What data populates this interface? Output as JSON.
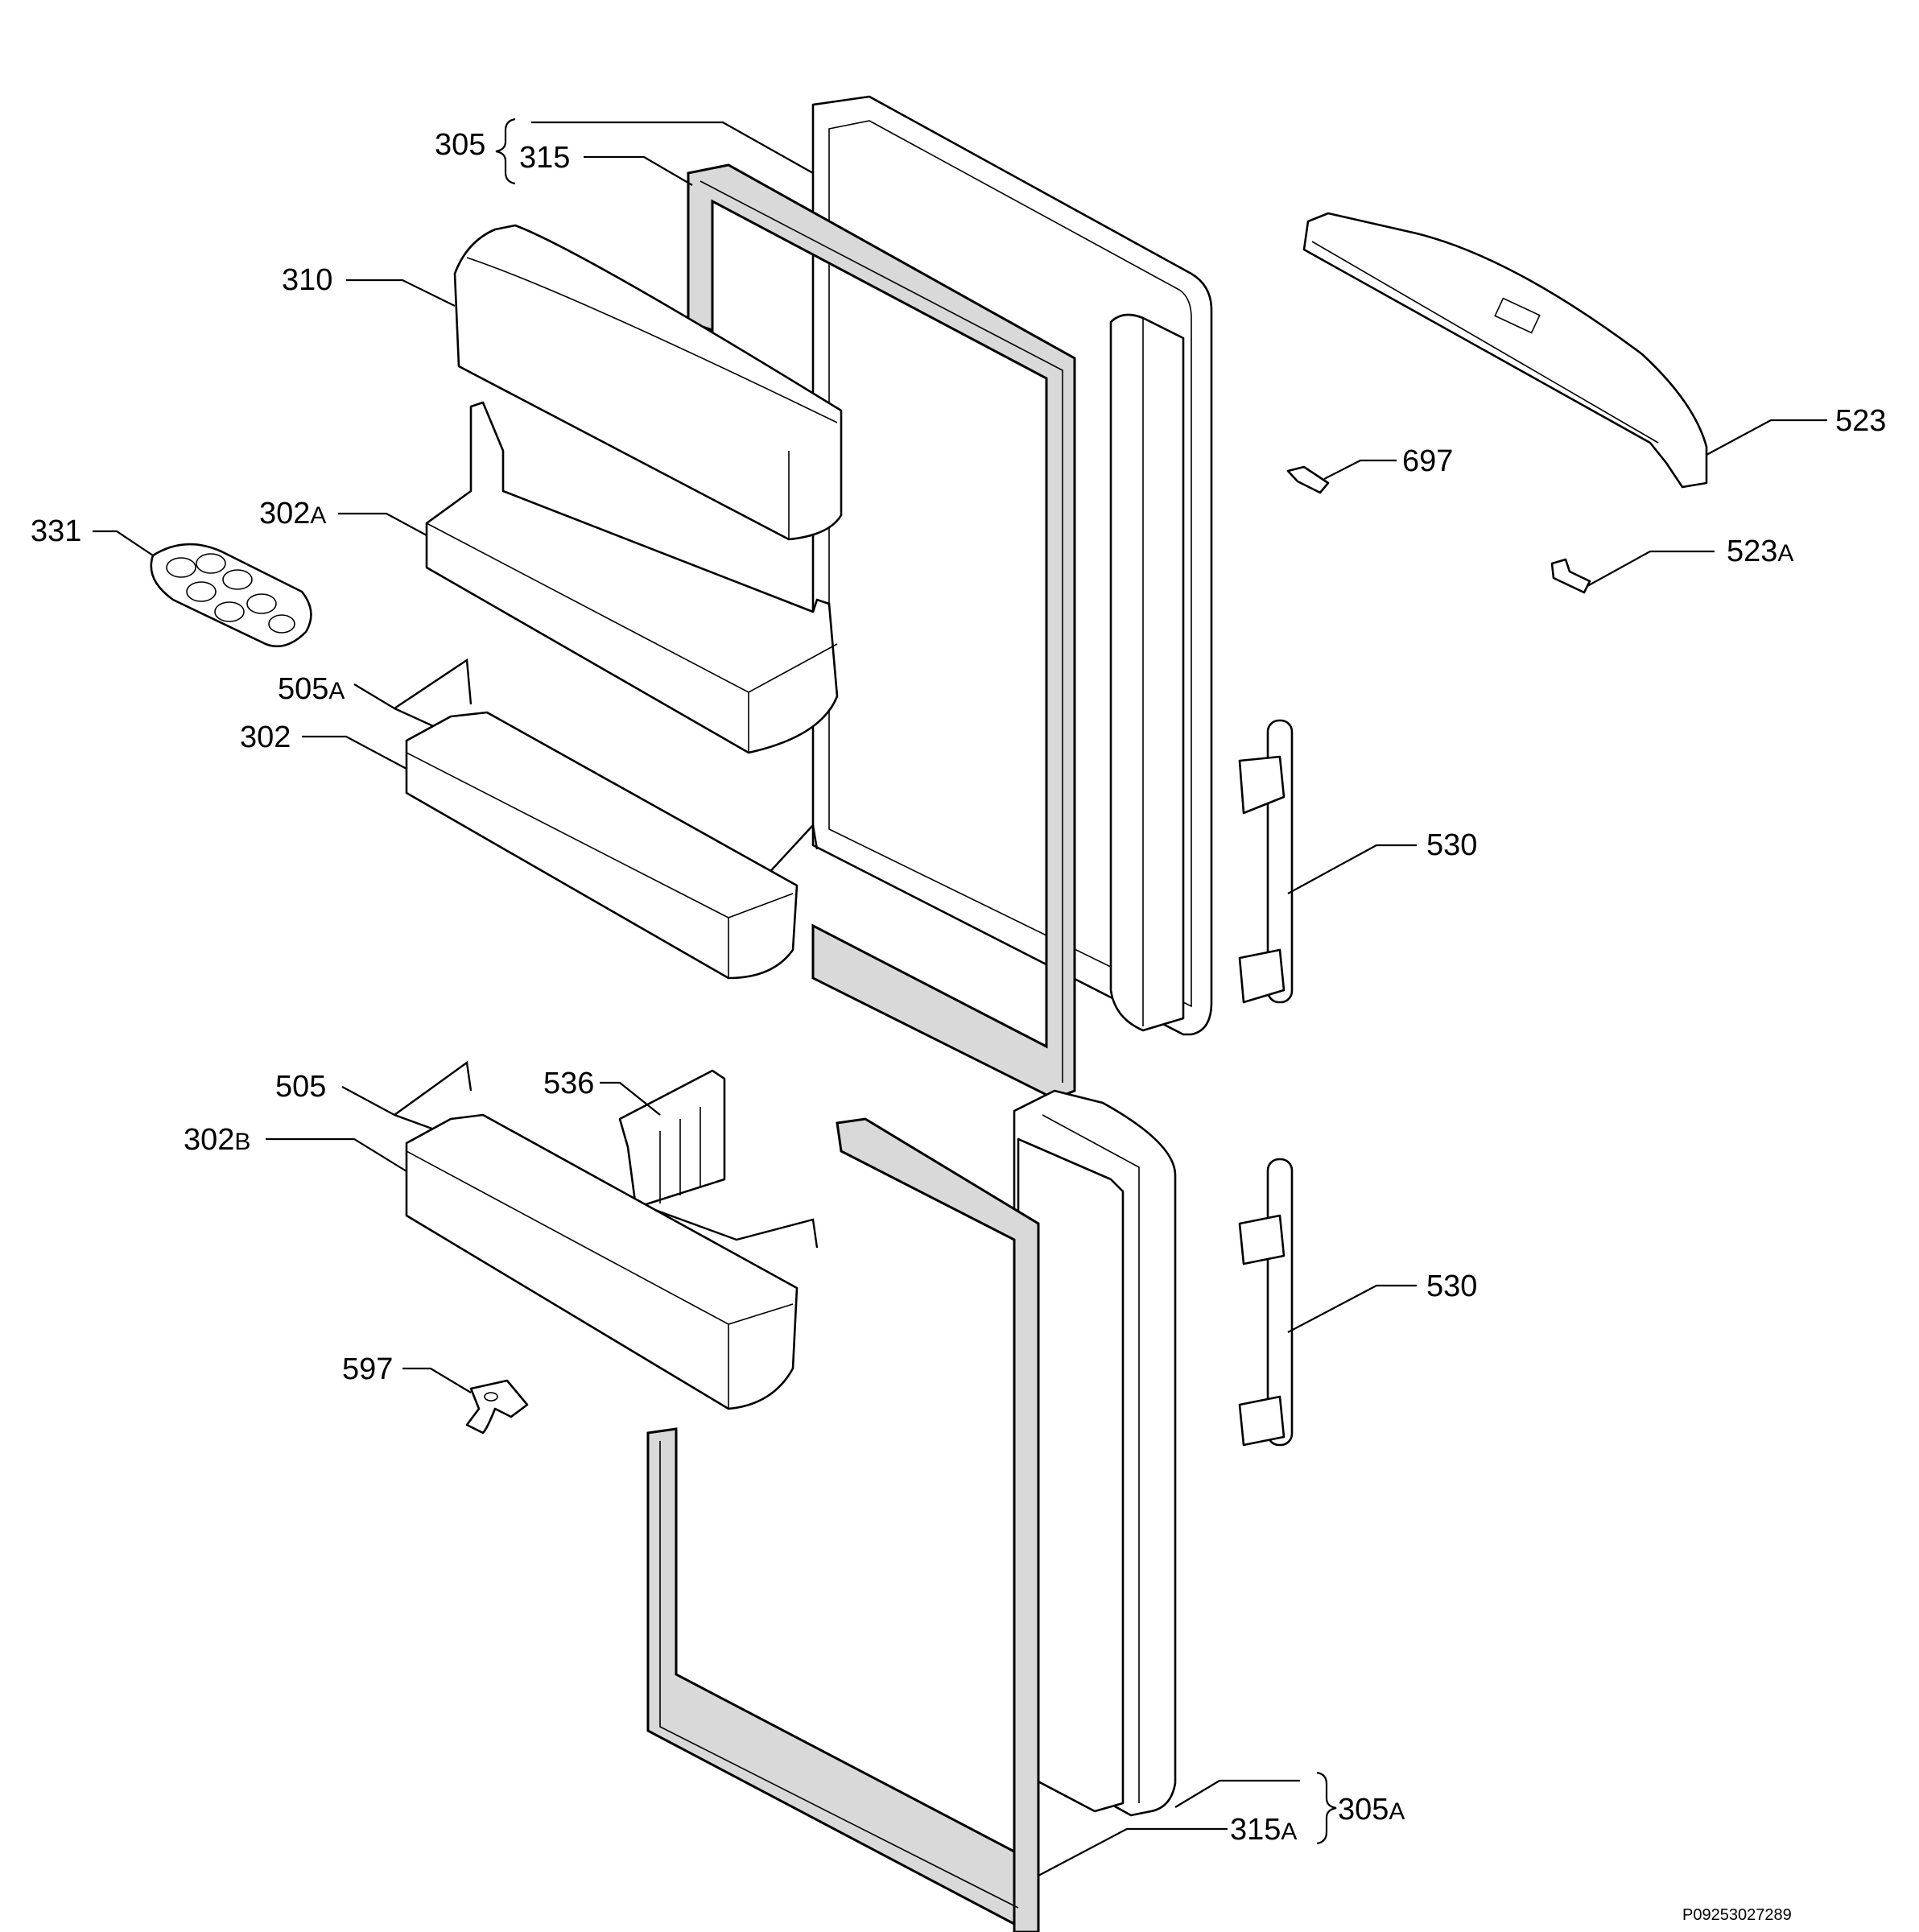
{
  "drawing_code": "P09253027289",
  "callouts": [
    {
      "id": "305",
      "text": "305",
      "suffix": ""
    },
    {
      "id": "315",
      "text": "315",
      "suffix": ""
    },
    {
      "id": "310",
      "text": "310",
      "suffix": ""
    },
    {
      "id": "302A",
      "text": "302",
      "suffix": "A"
    },
    {
      "id": "331",
      "text": "331",
      "suffix": ""
    },
    {
      "id": "505A",
      "text": "505",
      "suffix": "A"
    },
    {
      "id": "302",
      "text": "302",
      "suffix": ""
    },
    {
      "id": "505",
      "text": "505",
      "suffix": ""
    },
    {
      "id": "536",
      "text": "536",
      "suffix": ""
    },
    {
      "id": "302B",
      "text": "302",
      "suffix": "B"
    },
    {
      "id": "597",
      "text": "597",
      "suffix": ""
    },
    {
      "id": "523",
      "text": "523",
      "suffix": ""
    },
    {
      "id": "697",
      "text": "697",
      "suffix": ""
    },
    {
      "id": "523A",
      "text": "523",
      "suffix": "A"
    },
    {
      "id": "530-upper",
      "text": "530",
      "suffix": ""
    },
    {
      "id": "530-lower",
      "text": "530",
      "suffix": ""
    },
    {
      "id": "305A",
      "text": "305",
      "suffix": "A"
    },
    {
      "id": "315A",
      "text": "315",
      "suffix": "A"
    }
  ]
}
